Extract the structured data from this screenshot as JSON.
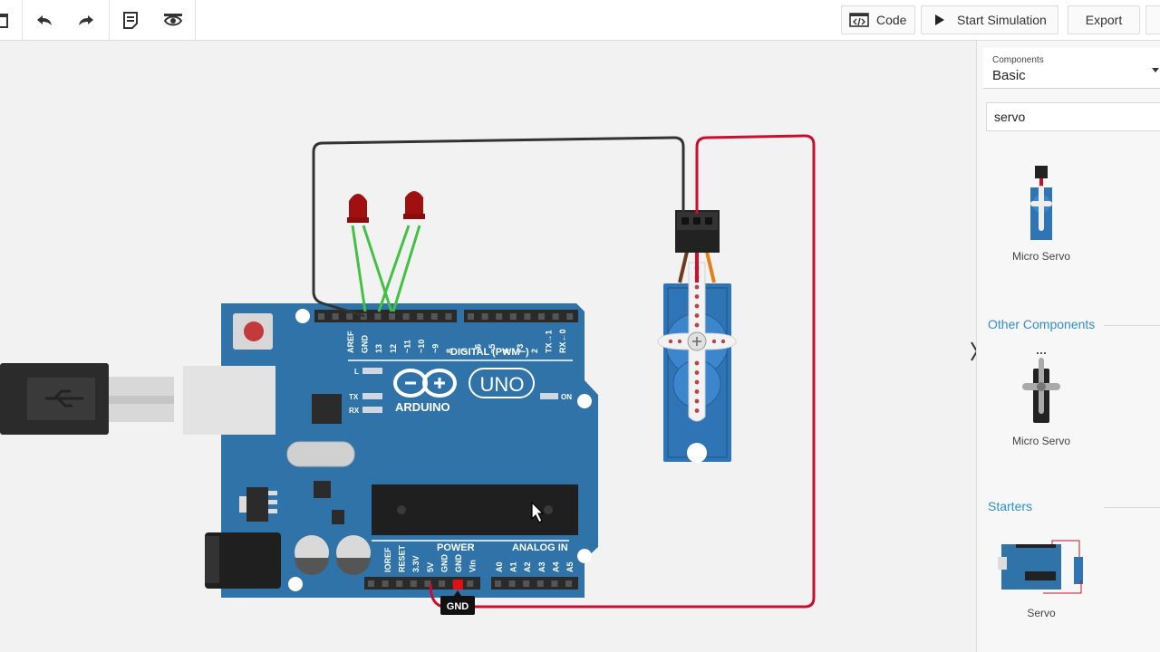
{
  "toolbar": {
    "code_label": "Code",
    "start_sim_label": "Start Simulation",
    "export_label": "Export"
  },
  "panel": {
    "dropdown_label": "Components",
    "dropdown_value": "Basic",
    "search_value": "servo",
    "basic_items": [
      {
        "label": "Micro Servo"
      }
    ],
    "other_heading": "Other Components",
    "other_items": [
      {
        "label": "Micro Servo"
      }
    ],
    "starters_heading": "Starters",
    "starter_items": [
      {
        "label": "Servo"
      }
    ]
  },
  "board": {
    "logo_text": "ARDUINO",
    "model": "UNO",
    "digital_label": "DIGITAL (PWM~)",
    "power_label": "POWER",
    "analog_label": "ANALOG IN",
    "on_label": "ON",
    "led_l": "L",
    "led_tx": "TX",
    "led_rx": "RX",
    "digital_pins": [
      "AREF",
      "GND",
      "13",
      "12",
      "~11",
      "~10",
      "~9",
      "8",
      "7",
      "~6",
      "~5",
      "4",
      "~3",
      "2",
      "TX→1",
      "RX←0"
    ],
    "power_pins": [
      "IOREF",
      "RESET",
      "3.3V",
      "5V",
      "GND",
      "GND",
      "Vin"
    ],
    "analog_pins": [
      "A0",
      "A1",
      "A2",
      "A3",
      "A4",
      "A5"
    ]
  },
  "tooltip": {
    "text": "GND"
  },
  "colors": {
    "board_blue": "#2f73a8",
    "wire_red": "#c8102e",
    "wire_black": "#333333",
    "wire_green": "#44c044",
    "servo_blue": "#2f74b5",
    "link_blue": "#2e8fc9"
  }
}
